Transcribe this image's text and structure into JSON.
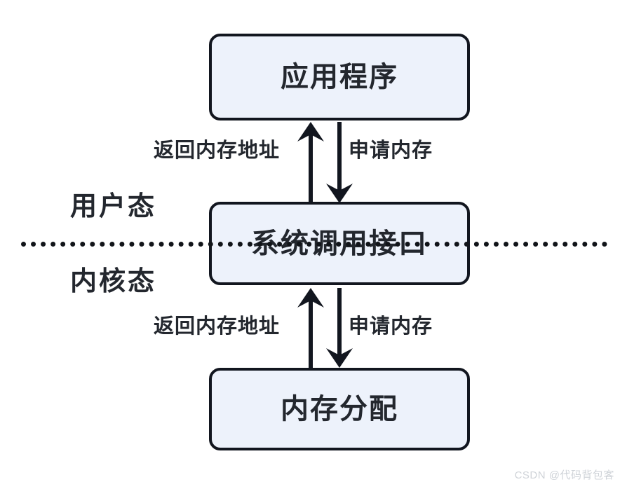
{
  "diagram": {
    "title": "Memory allocation request flow between user mode and kernel mode",
    "background_color": "#ffffff",
    "box_fill_color": "#edf2fb",
    "box_stroke_color": "#12161f",
    "text_color": "#23272e",
    "nodes": [
      {
        "id": "app",
        "label": "应用程序"
      },
      {
        "id": "syscall",
        "label": "系统调用接口"
      },
      {
        "id": "memalloc",
        "label": "内存分配"
      }
    ],
    "mode_labels": {
      "user": "用户态",
      "kernel": "内核态"
    },
    "arrow_labels": {
      "upper_return": "返回内存地址",
      "upper_request": "申请内存",
      "lower_return": "返回内存地址",
      "lower_request": "申请内存"
    },
    "divider": {
      "style": "dotted",
      "color": "#111419"
    }
  },
  "watermark": {
    "text": "CSDN @代码背包客",
    "color": "#cfd3d8"
  }
}
